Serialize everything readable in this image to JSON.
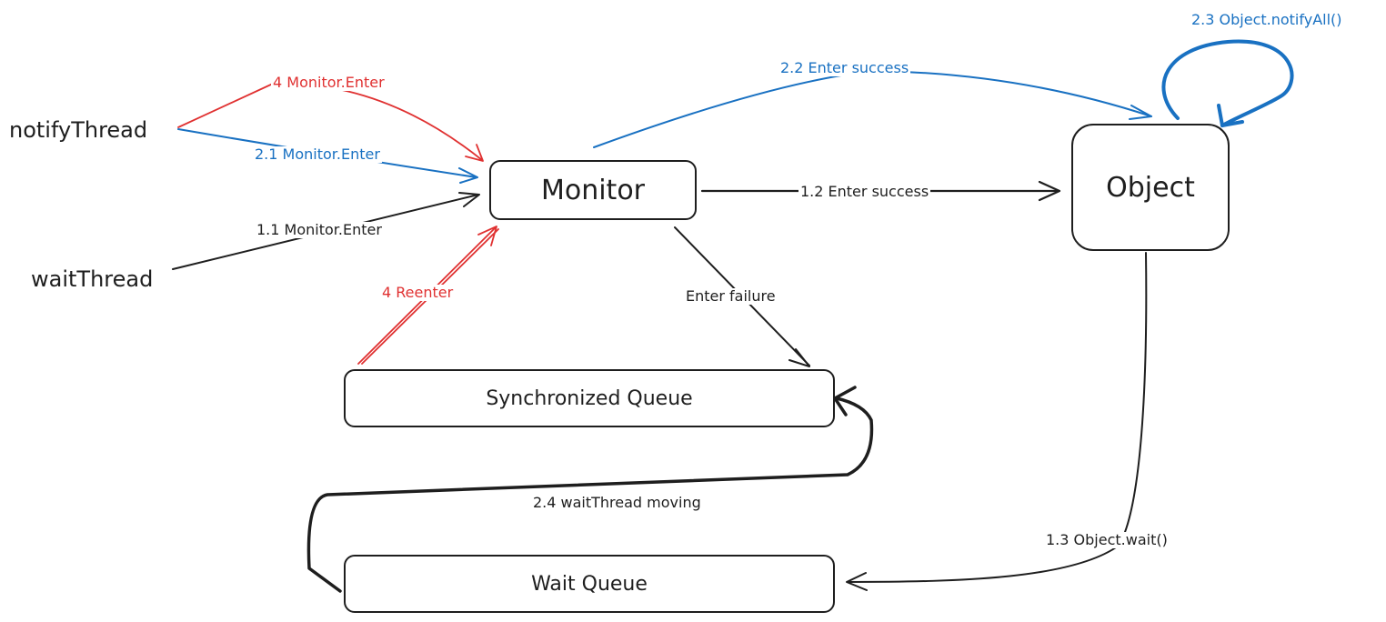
{
  "nodes": {
    "monitor": "Monitor",
    "object": "Object",
    "synchronized_queue": "Synchronized Queue",
    "wait_queue": "Wait Queue"
  },
  "threads": {
    "notify_thread": "notifyThread",
    "wait_thread": "waitThread"
  },
  "edges": {
    "notify_reenter_monitor": "4 Monitor.Enter",
    "notify_enter_monitor": "2.1 Monitor.Enter",
    "wait_enter_monitor": "1.1 Monitor.Enter",
    "queue_reenter": "4 Reenter",
    "monitor_to_object_notify": "2.2 Enter success",
    "object_notify_all": "2.3 Object.notifyAll()",
    "monitor_to_object_wait": "1.2 Enter success",
    "enter_failure": "Enter failure",
    "object_wait": "1.3 Object.wait()",
    "wait_thread_moving": "2.4 waitThread moving"
  },
  "colors": {
    "ink": "#1e1e1e",
    "red": "#e03131",
    "blue": "#1971c2",
    "background": "#ffffff"
  }
}
